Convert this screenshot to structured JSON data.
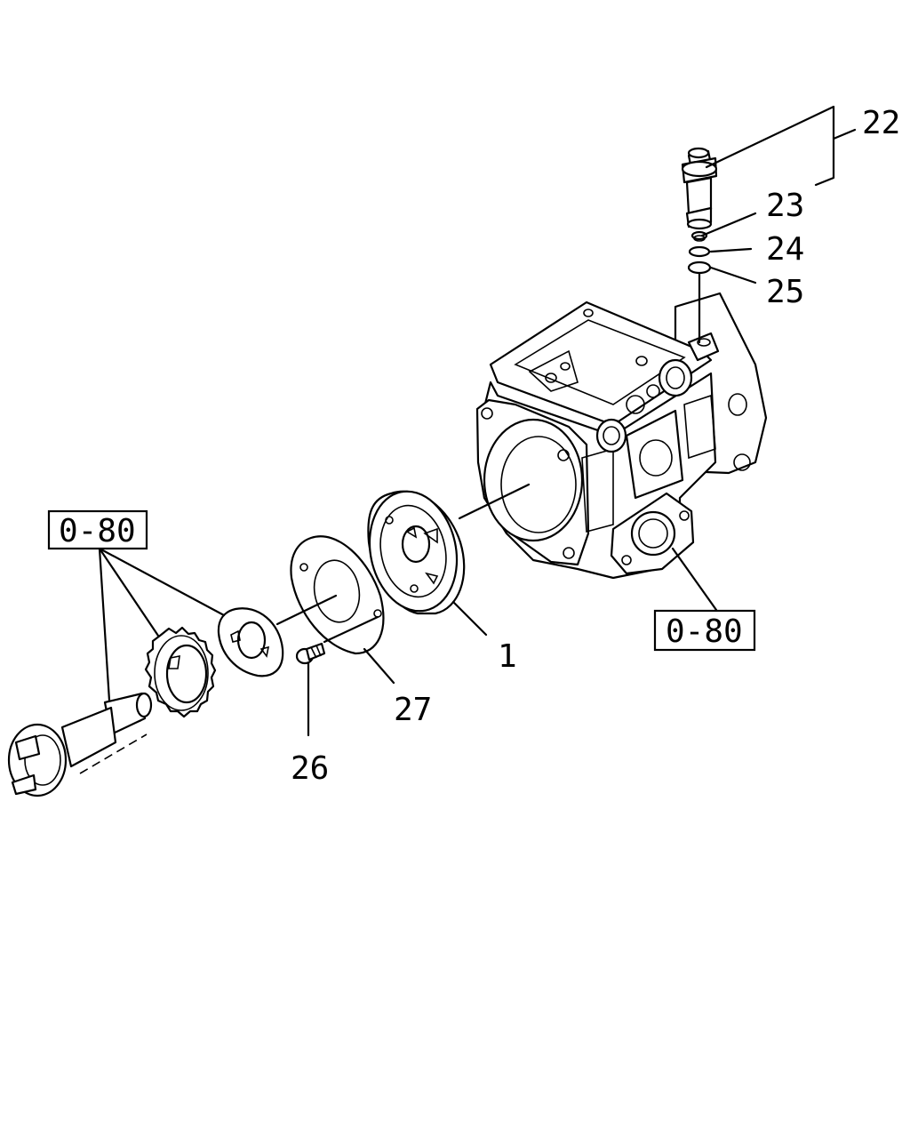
{
  "callouts": {
    "c22": "22",
    "c23": "23",
    "c24": "24",
    "c25": "25",
    "c1": "1",
    "c27": "27",
    "c26": "26"
  },
  "refs": {
    "left_ref": "0-80",
    "right_ref": "0-80"
  }
}
